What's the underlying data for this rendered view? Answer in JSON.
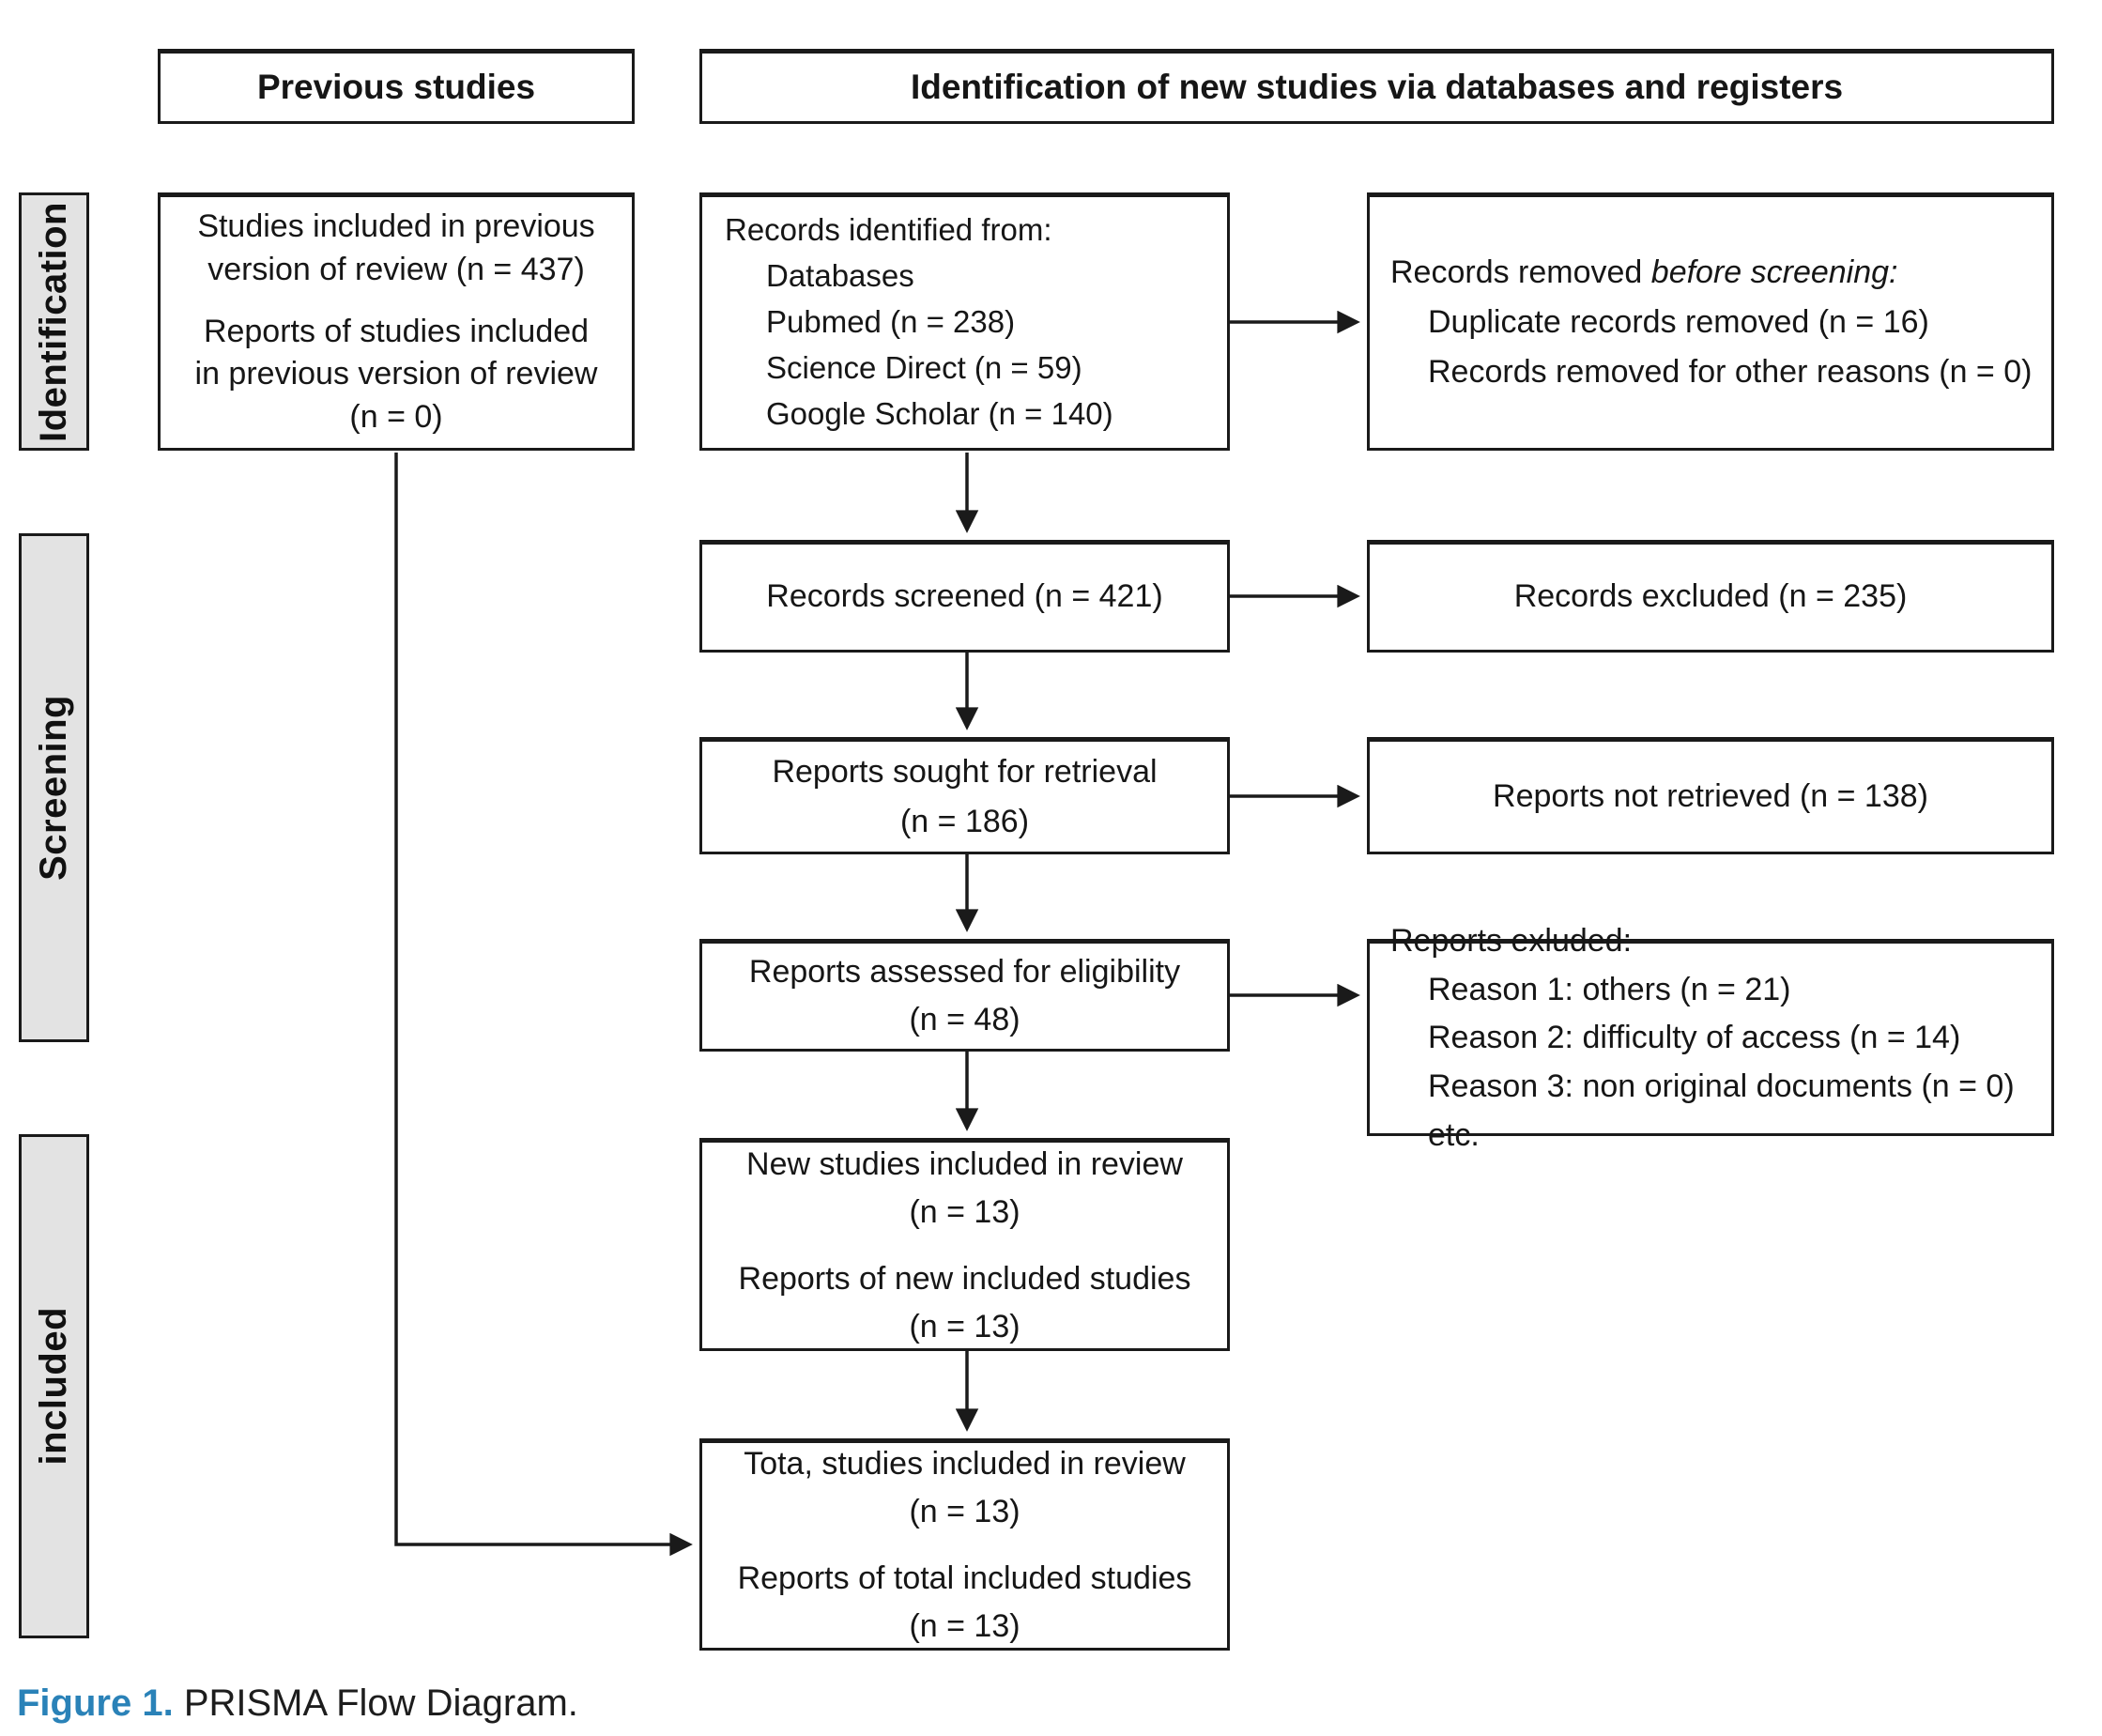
{
  "headers": {
    "previous": "Previous studies",
    "identification_new": "Identification of new studies via databases and registers"
  },
  "side_labels": {
    "identification": "Identification",
    "screening": "Screening",
    "included": "included"
  },
  "flow": {
    "previous_box": {
      "p1": [
        "Studies included in previous",
        "version of review (n = 437)"
      ],
      "p2": [
        "Reports of studies included",
        "in previous version of review",
        "(n = 0)"
      ]
    },
    "identified": {
      "intro": "Records identified from:",
      "items": [
        "Databases",
        "Pubmed (n = 238)",
        "Science Direct (n = 59)",
        "Google Scholar (n = 140)"
      ]
    },
    "removed": {
      "intro_regular": "Records removed ",
      "intro_italic": "before screening:",
      "items": [
        "Duplicate records removed (n = 16)",
        "Records removed for other reasons (n = 0)"
      ]
    },
    "screened": {
      "label": "Records screened (n = 421)"
    },
    "excluded": {
      "label": "Records excluded (n = 235)"
    },
    "sought": {
      "line1": "Reports sought for retrieval",
      "line2": "(n = 186)"
    },
    "not_retrieved": {
      "label": "Reports not retrieved (n = 138)"
    },
    "assessed": {
      "line1": "Reports assessed for eligibility",
      "line2": "(n = 48)"
    },
    "report_excluded": {
      "intro": "Reports exluded:",
      "items": [
        "Reason 1: others (n = 21)",
        "Reason 2: difficulty of access (n = 14)",
        "Reason 3: non original documents (n = 0) etc."
      ]
    },
    "new_studies": {
      "p1_line1": "New studies included in review",
      "p1_line2": "(n = 13)",
      "p2_line1": "Reports of new included studies",
      "p2_line2": "(n = 13)"
    },
    "total_studies": {
      "p1_line1": "Tota, studies included in review",
      "p1_line2": "(n = 13)",
      "p2_line1": "Reports of total included studies",
      "p2_line2": "(n = 13)"
    }
  },
  "caption": {
    "label": "Figure 1.",
    "text": " PRISMA Flow Diagram."
  },
  "colors": {
    "caption_accent": "#2a82b8",
    "sidebar_fill": "#e3e3e3",
    "line": "#1a1a1a"
  }
}
